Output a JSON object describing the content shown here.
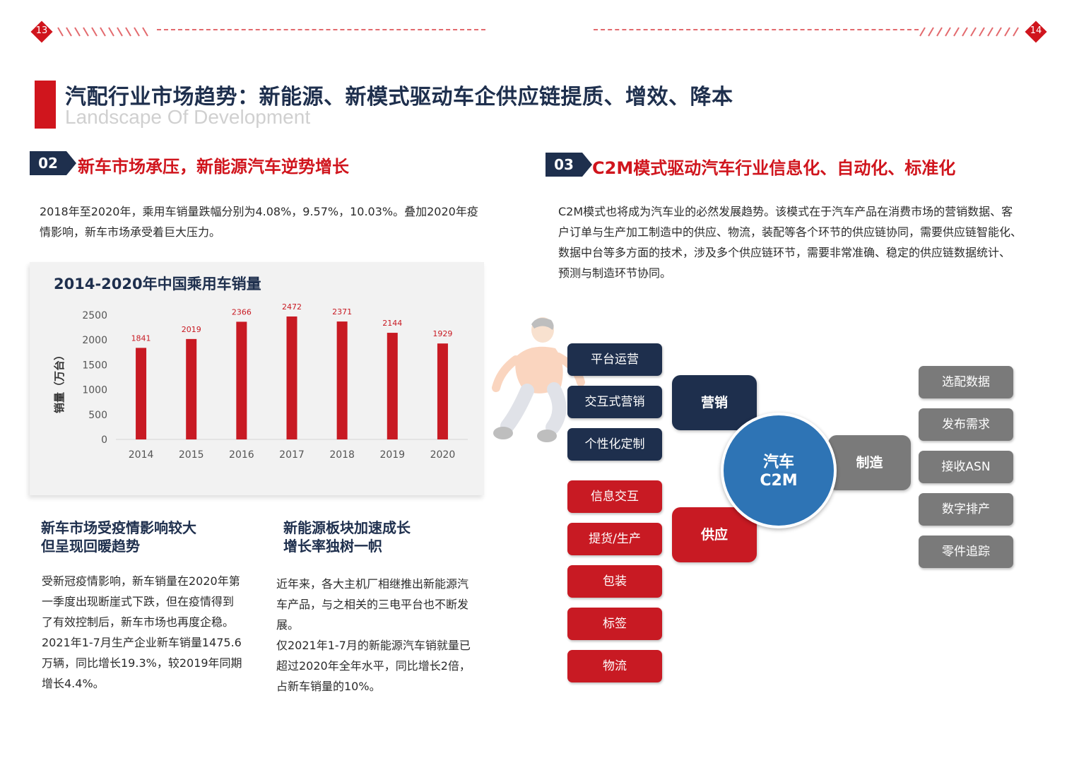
{
  "header": {
    "page_left": "13",
    "page_right": "14"
  },
  "title": {
    "main": "汽配行业市场趋势：新能源、新模式驱动车企供应链提质、增效、降本",
    "sub": "Landscape Of Development"
  },
  "section_left": {
    "number": "02",
    "title": "新车市场承压，新能源汽车逆势增长",
    "intro_line1": "2018年至2020年，乘用车销量跌幅分别为4.08%，9.57%，10.03%。叠加2020年疫",
    "intro_line2": "情影响，新车市场承受着巨大压力。"
  },
  "chart_data": {
    "type": "bar",
    "title": "2014-2020年中国乘用车销量",
    "ylabel": "销量（万台）",
    "xlabel": "",
    "categories": [
      "2014",
      "2015",
      "2016",
      "2017",
      "2018",
      "2019",
      "2020"
    ],
    "values": [
      1841,
      2019,
      2366,
      2472,
      2371,
      2144,
      1929
    ],
    "yticks": [
      "0",
      "500",
      "1000",
      "1500",
      "2000",
      "2500"
    ],
    "ylim": [
      0,
      2500
    ],
    "bar_color": "#c81a23",
    "grid": false
  },
  "lower_left": {
    "head1": "新车市场受疫情影响较大",
    "head2": "但呈现回暖趋势",
    "lines": [
      "受新冠疫情影响，新车销量在2020年第",
      "一季度出现断崖式下跌，但在疫情得到",
      "了有效控制后，新车市场也再度企稳。",
      "2021年1-7月生产企业新车销量1475.6",
      "万辆，同比增长19.3%，较2019年同期",
      "增长4.4%。"
    ]
  },
  "lower_right": {
    "head1": "新能源板块加速成长",
    "head2": "增长率独树一帜",
    "lines": [
      "近年来，各大主机厂相继推出新能源汽",
      "车产品，与之相关的三电平台也不断发",
      "展。",
      "仅2021年1-7月的新能源汽车销就量已",
      "超过2020年全年水平，同比增长2倍，",
      "占新车销量的10%。"
    ]
  },
  "section_right": {
    "number": "03",
    "title": "C2M模式驱动汽车行业信息化、自动化、标准化",
    "lines": [
      "C2M模式也将成为汽车业的必然发展趋势。该模式在于汽车产品在消费市场的营销数据、客",
      "户订单与生产加工制造中的供应、物流，装配等各个环节的供应链协同，需要供应链智能化、",
      "数据中台等多方面的技术，涉及多个供应链环节，需要非常准确、稳定的供应链数据统计、",
      "预测与制造环节协同。"
    ]
  },
  "diagram": {
    "center_line1": "汽车",
    "center_line2": "C2M",
    "marketing": "营销",
    "supply": "供应",
    "manufacturing": "制造",
    "marketing_items": [
      "平台运营",
      "交互式营销",
      "个性化定制"
    ],
    "supply_items": [
      "信息交互",
      "提货/生产",
      "包装",
      "标签",
      "物流"
    ],
    "manufacturing_items": [
      "选配数据",
      "发布需求",
      "接收ASN",
      "数字排产",
      "零件追踪"
    ],
    "colors": {
      "navy": "#1e2f4d",
      "red": "#c81a23",
      "gray": "#7a7a7a",
      "blue": "#2e74b5"
    }
  }
}
